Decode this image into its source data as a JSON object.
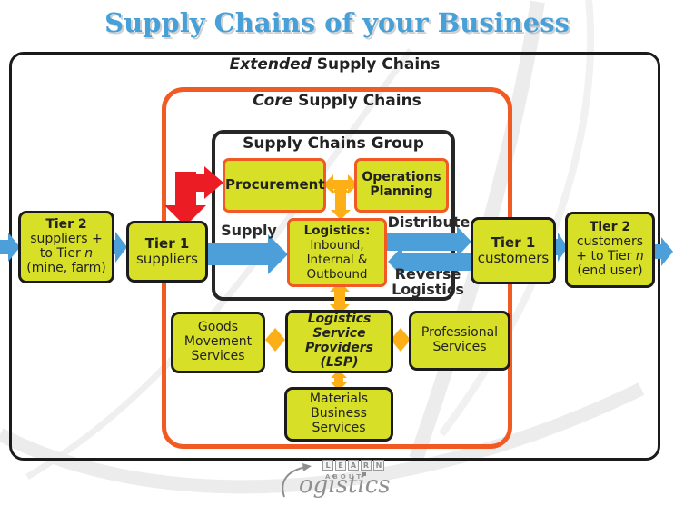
{
  "title": "Supply Chains of your Business",
  "frames": {
    "extended": {
      "italic": "Extended",
      "rest": " Supply Chains"
    },
    "core": {
      "italic": "Core",
      "rest": " Supply Chains"
    },
    "group": {
      "label": "Supply Chains Group"
    }
  },
  "boxes": {
    "procurement": {
      "label": "Procurement"
    },
    "operations": {
      "line1": "Operations",
      "line2": "Planning"
    },
    "logistics": {
      "line1": "Logistics:",
      "line2": "Inbound,",
      "line3": "Internal &",
      "line4": "Outbound"
    },
    "tier2_suppliers": {
      "line1": "Tier 2",
      "line2": "suppliers +",
      "line3_pre": "to Tier ",
      "line3_it": "n",
      "line4": "(mine, farm)"
    },
    "tier1_suppliers": {
      "line1": "Tier 1",
      "line2": "suppliers"
    },
    "tier1_customers": {
      "line1": "Tier 1",
      "line2": "customers"
    },
    "tier2_customers": {
      "line1": "Tier 2",
      "line2": "customers",
      "line3_pre": "+ to Tier ",
      "line3_it": "n",
      "line4": "(end user)"
    },
    "goods_movement": {
      "line1": "Goods",
      "line2": "Movement",
      "line3": "Services"
    },
    "lsp": {
      "line1": "Logistics",
      "line2": "Service",
      "line3": "Providers (LSP)"
    },
    "professional": {
      "line1": "Professional",
      "line2": "Services"
    },
    "materials": {
      "line1": "Materials",
      "line2": "Business",
      "line3": "Services"
    }
  },
  "flow_labels": {
    "supply": "Supply",
    "distribute": "Distribute",
    "reverse_line1": "Reverse",
    "reverse_line2": "Logistics"
  },
  "logo": {
    "learn_letters": [
      "L",
      "E",
      "A",
      "R",
      "N"
    ],
    "about": "ABOUT",
    "script": "ogistics"
  },
  "colors": {
    "title_blue": "#48A0D8",
    "box_fill": "#D7DF26",
    "orange_border": "#F15A22",
    "frame_black": "#1B1B1B",
    "blue_arrow": "#4D9FD9",
    "yellow_arrow": "#FCAF17",
    "red_arrow": "#EC1C24"
  }
}
